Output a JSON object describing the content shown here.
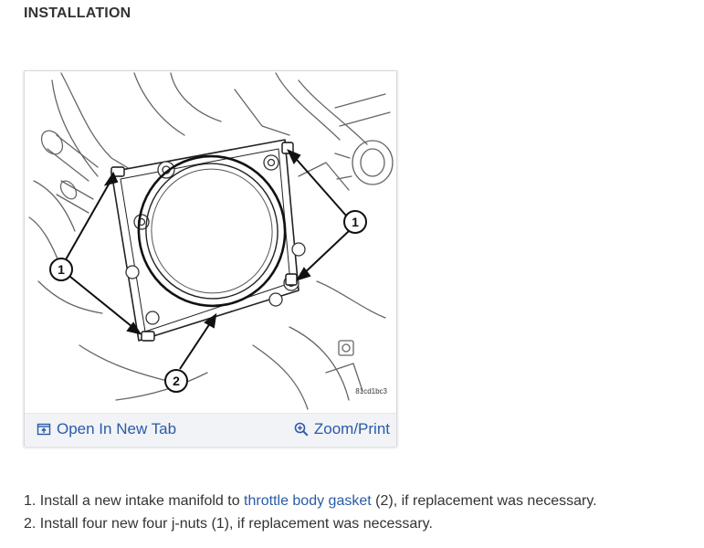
{
  "section": {
    "heading": "INSTALLATION"
  },
  "figure": {
    "code": "81cd1bc3",
    "callouts": [
      "1",
      "1",
      "2"
    ],
    "toolbar": {
      "open_label": "Open In New Tab",
      "open_icon": "open-new-tab-icon",
      "zoom_label": "Zoom/Print",
      "zoom_icon": "magnifier-plus-icon"
    }
  },
  "steps": [
    {
      "number": "1.",
      "text_before": "Install a new intake manifold to",
      "link_text": "throttle body gasket",
      "text_after": "(2), if replacement was necessary."
    },
    {
      "number": "2.",
      "text": "Install four new four j-nuts (1), if replacement was necessary."
    }
  ],
  "colors": {
    "link": "#2a5aa8",
    "toolbar_bg": "#f1f3f6",
    "text": "#333333"
  }
}
